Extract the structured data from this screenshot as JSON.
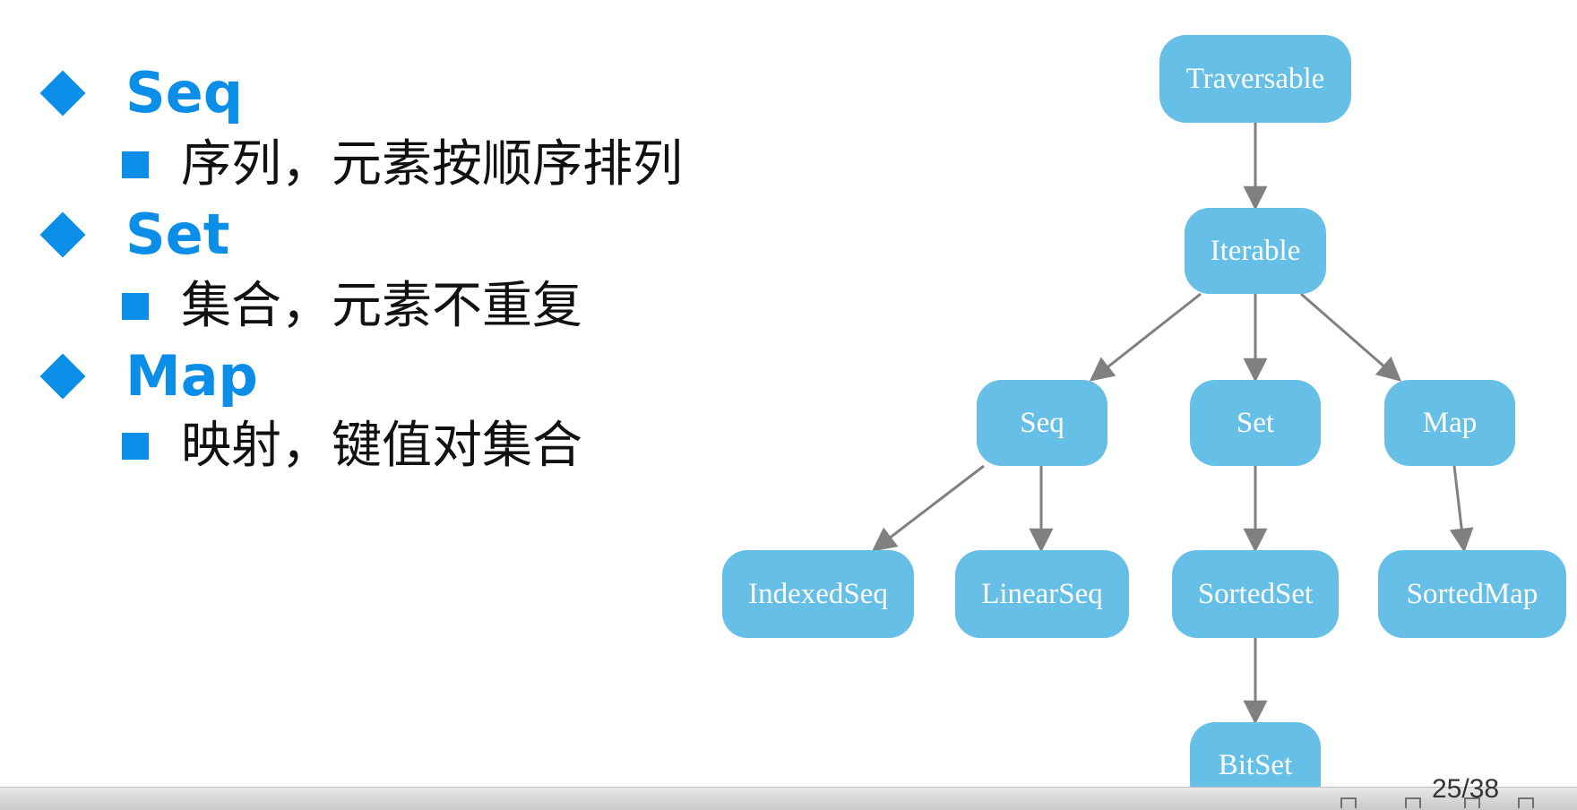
{
  "bullets": [
    {
      "title": "Seq",
      "description": "序列，元素按顺序排列"
    },
    {
      "title": "Set",
      "description": "集合，元素不重复"
    },
    {
      "title": "Map",
      "description": "映射，键值对集合"
    }
  ],
  "diagram": {
    "nodes": {
      "traversable": "Traversable",
      "iterable": "Iterable",
      "seq": "Seq",
      "set": "Set",
      "map": "Map",
      "indexedseq": "IndexedSeq",
      "linearseq": "LinearSeq",
      "sortedset": "SortedSet",
      "sortedmap": "SortedMap",
      "bitset": "BitSet"
    },
    "edges": [
      [
        "Traversable",
        "Iterable"
      ],
      [
        "Iterable",
        "Seq"
      ],
      [
        "Iterable",
        "Set"
      ],
      [
        "Iterable",
        "Map"
      ],
      [
        "Seq",
        "IndexedSeq"
      ],
      [
        "Seq",
        "LinearSeq"
      ],
      [
        "Set",
        "SortedSet"
      ],
      [
        "Map",
        "SortedMap"
      ],
      [
        "SortedSet",
        "BitSet"
      ]
    ]
  },
  "slide": {
    "page_indicator": "25/38"
  },
  "colors": {
    "accent": "#0b8ee8",
    "node_fill": "#66bfe7",
    "arrow": "#808080"
  },
  "icons": [
    "diamond-bullet-icon",
    "square-bullet-icon"
  ]
}
